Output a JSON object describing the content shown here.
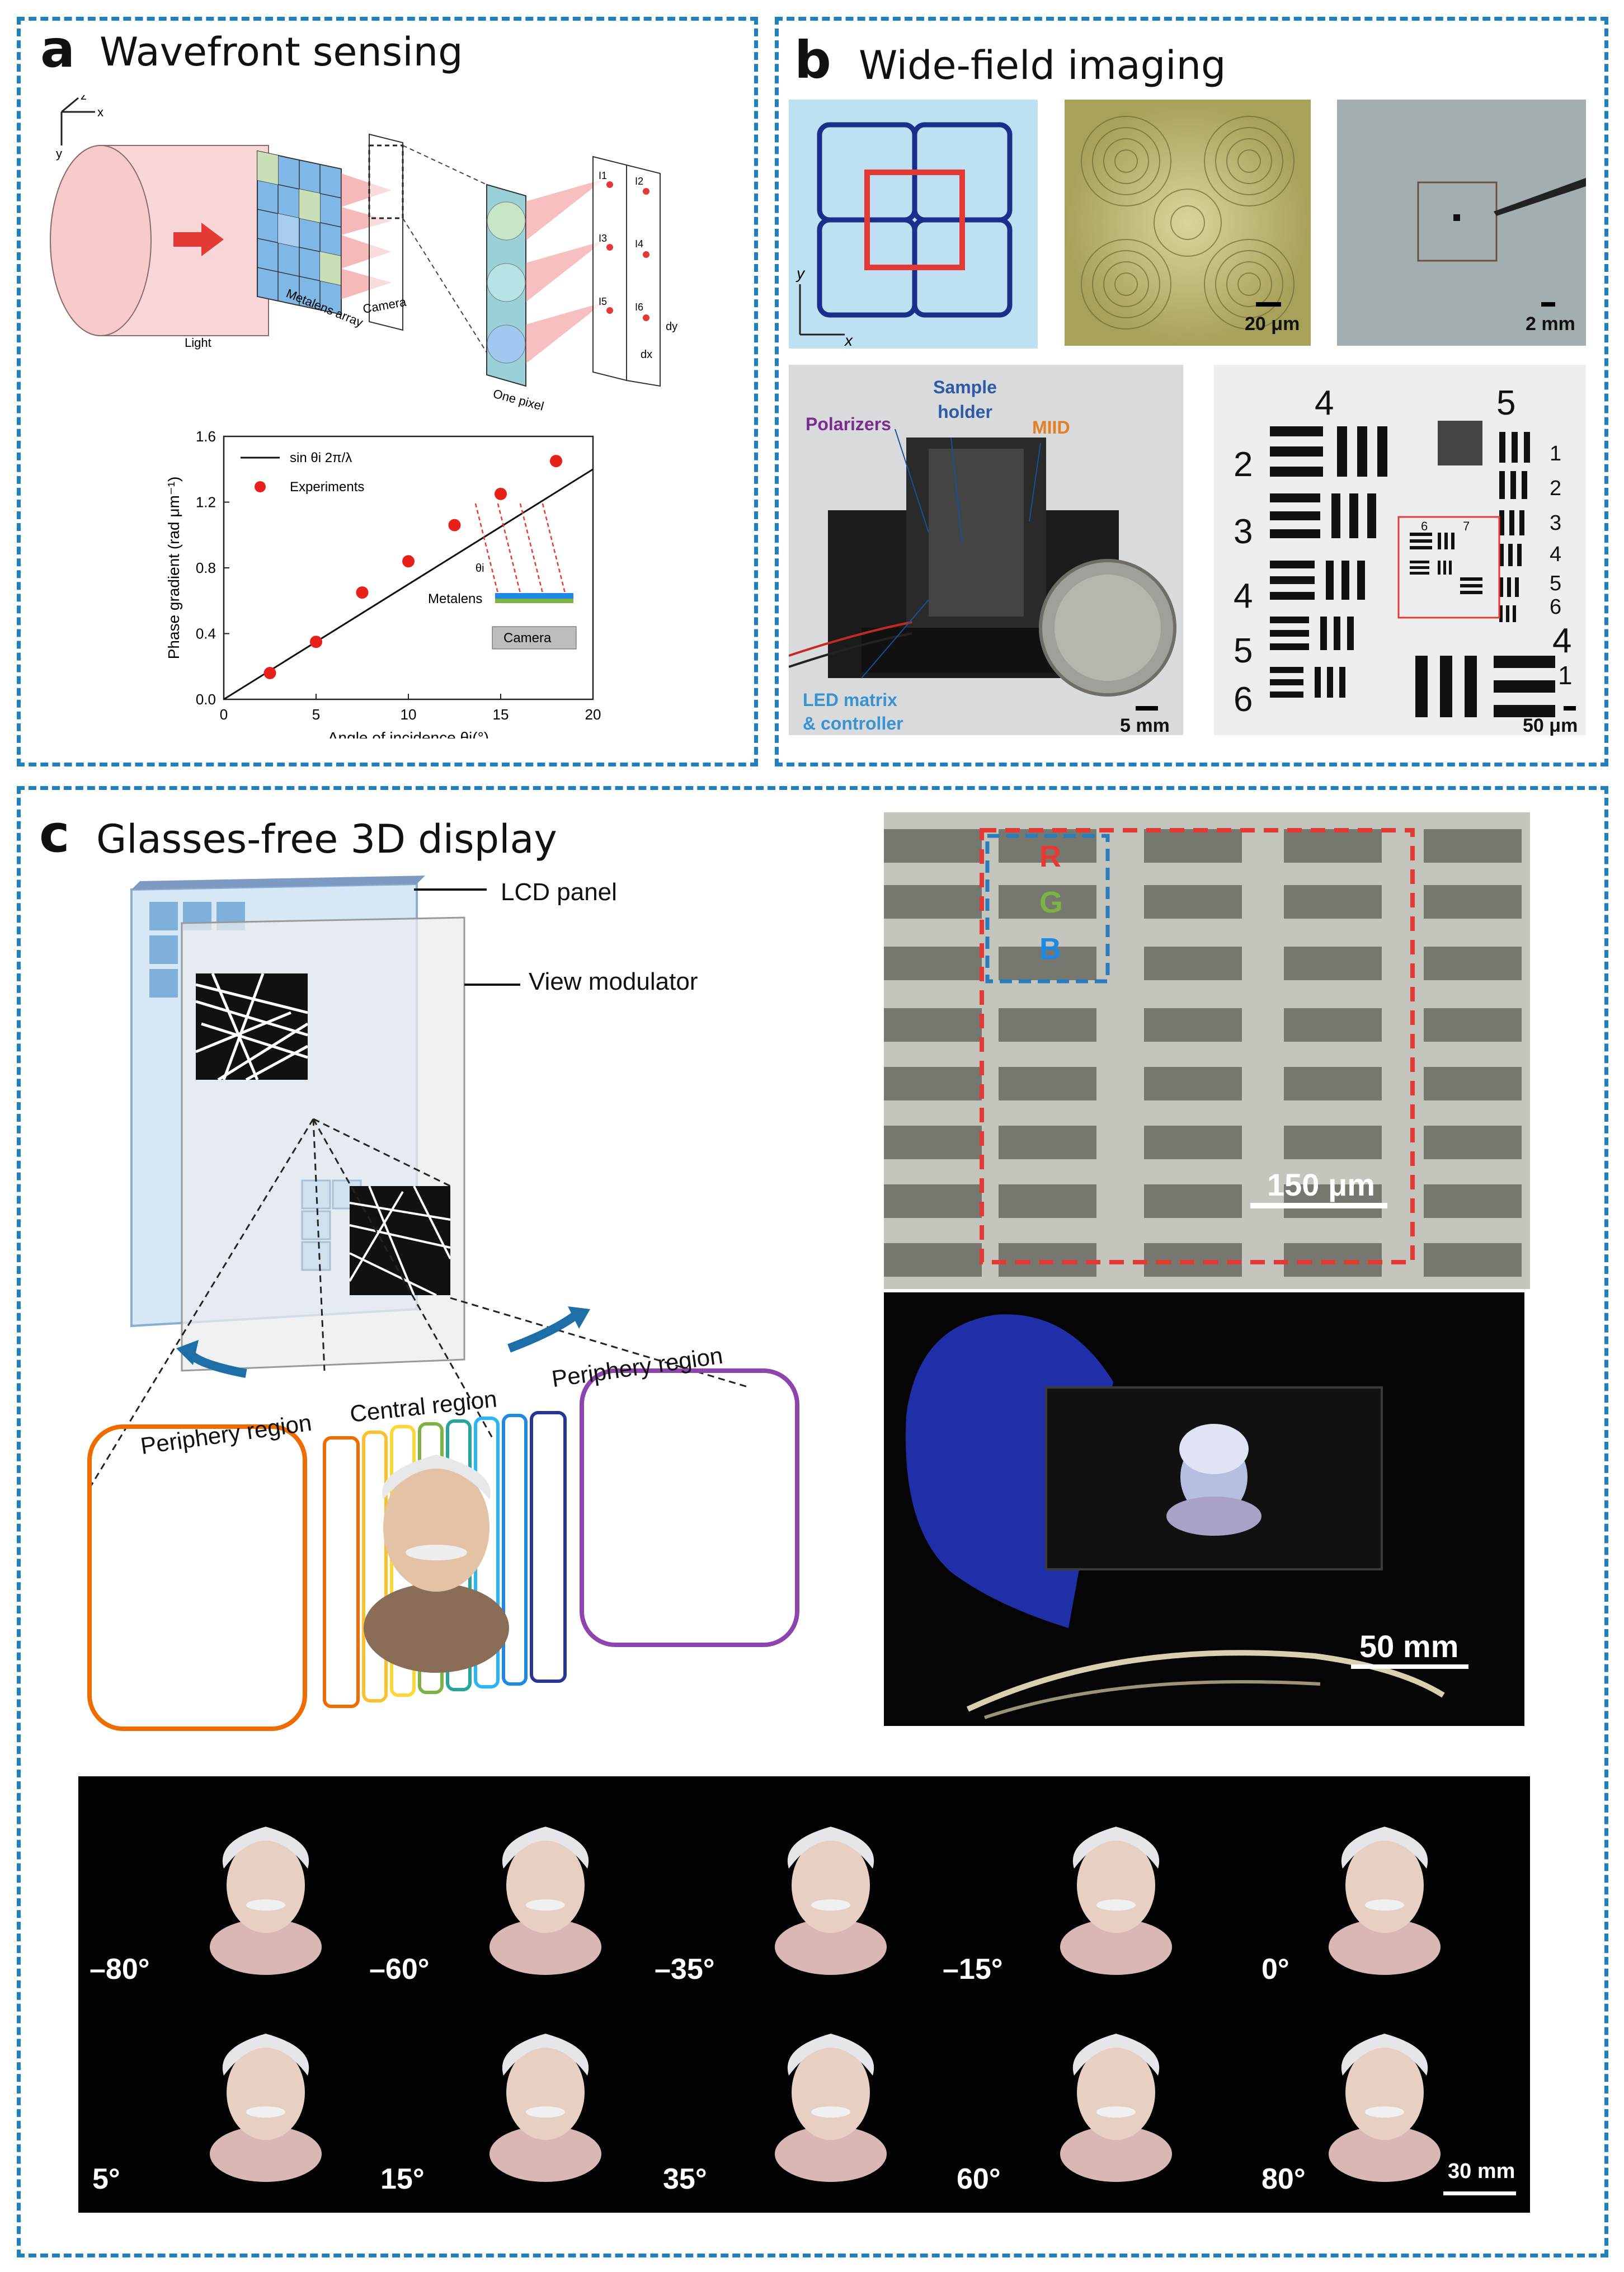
{
  "panels": {
    "a": {
      "label": "a",
      "title": "Wavefront sensing"
    },
    "b": {
      "label": "b",
      "title": "Wide-field imaging"
    },
    "c": {
      "label": "c",
      "title": "Glasses-free 3D display"
    }
  },
  "a_diagram": {
    "axis_z": "z",
    "axis_x": "x",
    "axis_y": "y",
    "metalens_array": "Metalens array",
    "camera": "Camera",
    "light": "Light",
    "one_pixel": "One pixel",
    "dy": "dy",
    "dx": "dx",
    "i_labels": [
      "I1",
      "I2",
      "I3",
      "I4",
      "I5",
      "I6"
    ]
  },
  "chart_data": {
    "type": "scatter",
    "xlabel": "Angle of incidence θi(°)",
    "ylabel": "Phase gradient (rad μm⁻¹)",
    "xlim": [
      0,
      20
    ],
    "ylim": [
      0,
      1.6
    ],
    "xticks": [
      "0",
      "5",
      "10",
      "15",
      "20"
    ],
    "yticks": [
      "0.0",
      "0.4",
      "0.8",
      "1.2",
      "1.6"
    ],
    "legend": [
      "sin θi 2π/λ",
      "Experiments"
    ],
    "series": [
      {
        "name": "Experiments",
        "x": [
          2.5,
          5,
          7.5,
          10,
          12.5,
          15,
          18
        ],
        "y": [
          0.16,
          0.35,
          0.65,
          0.84,
          1.06,
          1.25,
          1.45
        ]
      },
      {
        "name": "sin θi 2π/λ",
        "x": [
          0,
          20
        ],
        "y": [
          0,
          1.4
        ]
      }
    ],
    "inset": {
      "metalens": "Metalens",
      "camera": "Camera",
      "theta": "θi"
    }
  },
  "b_panel": {
    "axis_y": "y",
    "axis_x": "x",
    "scale_20um": "20 μm",
    "scale_2mm": "2 mm",
    "polarizers": "Polarizers",
    "sample_holder": "Sample holder",
    "miid": "MIID",
    "led_matrix": "LED matrix & controller",
    "scale_5mm": "5 mm",
    "target_numbers_top": [
      "4",
      "5"
    ],
    "target_numbers_left": [
      "2",
      "3",
      "4",
      "5",
      "6"
    ],
    "target_numbers_right": [
      "1",
      "2",
      "3",
      "4",
      "5",
      "6"
    ],
    "target_right_large": [
      "4",
      "1"
    ],
    "target_inset": [
      "6",
      "7"
    ],
    "scale_50um": "50 μm"
  },
  "c_panel": {
    "lcd_panel": "LCD panel",
    "view_modulator": "View modulator",
    "periphery_left": "Periphery region",
    "central": "Central region",
    "periphery_right": "Periphery region",
    "r": "R",
    "g": "G",
    "b": "B",
    "scale_150um": "150 μm",
    "scale_50mm": "50 mm",
    "angles_top": [
      "–80°",
      "–60°",
      "–35°",
      "–15°",
      "0°"
    ],
    "angles_bottom": [
      "5°",
      "15°",
      "35°",
      "60°",
      "80°"
    ],
    "scale_30mm": "30 mm"
  },
  "colors": {
    "border": "#1f7fbf",
    "red": "#e53935",
    "green": "#7cb342",
    "blue": "#1e88e5",
    "purple": "#8e44ad",
    "orange": "#e67e22",
    "navy": "#1a2f8a"
  }
}
